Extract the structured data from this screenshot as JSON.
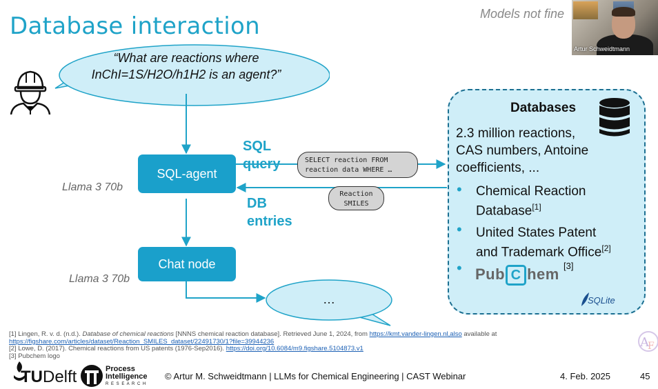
{
  "slide": {
    "title": "Database interaction",
    "top_note": "Models not fine",
    "page_number": "45",
    "date": "4. Feb. 2025",
    "footer_text": "© Artur M. Schweidtmann | LLMs for Chemical Engineering | CAST Webinar"
  },
  "video": {
    "participant_name": "Artur Schweidtmann"
  },
  "question": {
    "line1": "“What are reactions where",
    "line2": "InChI=1S/H2O/h1H2 is an agent?”"
  },
  "agents": {
    "sql_agent": "SQL-agent",
    "chat_node": "Chat node",
    "sql_model": "Llama 3 70b",
    "chat_model": "Llama 3 70b"
  },
  "flow": {
    "sql_query_line1": "SQL",
    "sql_query_line2": "query",
    "db_entries_line1": "DB",
    "db_entries_line2": "entries",
    "query_pill_line1": "SELECT reaction FROM",
    "query_pill_line2": "reaction data WHERE …",
    "result_pill_line1": "Reaction",
    "result_pill_line2": "SMILES",
    "answer": "…"
  },
  "databases": {
    "title": "Databases",
    "desc_line1": "2.3 million reactions,",
    "desc_line2": "CAS numbers, Antoine",
    "desc_line3": "coefficients, ...",
    "item1_line1": "Chemical Reaction",
    "item1_line2": "Database",
    "item1_ref": "[1]",
    "item2_line1": "United States Patent",
    "item2_line2": "and Trademark Office",
    "item2_ref": "[2]",
    "item3_ref": "[3]",
    "pubchem_a": "Pub",
    "pubchem_c": "C",
    "pubchem_b": "hem",
    "sqlite": "SQLite"
  },
  "footnotes": {
    "f1_text": "[1] Lingen, R. v. d. (n.d.). ",
    "f1_italic": "Database of chemical reactions",
    "f1_rest": " [NNNS chemical reaction database]. Retrieved June 1, 2024, from ",
    "f1_link1": "https://kmt.vander-lingen.nl,also",
    "f1_after": " available at",
    "f1_link2": "https://figshare.com/articles/dataset/Reaction_SMILES_dataset/22491730/1?file=39944236",
    "f2_text": "[2] Lowe, D. (2017). Chemical reactions from US patents (1976-Sep2016). ",
    "f2_link": "https://doi.org/10.6084/m9.figshare.5104873.v1",
    "f3_text": "[3] Pubchem logo"
  },
  "logos": {
    "tudelft_tu": "TU",
    "tudelft_delft": "Delft",
    "pir_line1": "Process",
    "pir_line2": "Intelligence",
    "pir_line3": "R E S E A R C H"
  },
  "colors": {
    "accent": "#1fa3c8",
    "box": "#1aa0cb",
    "panel": "#cfeef8"
  }
}
